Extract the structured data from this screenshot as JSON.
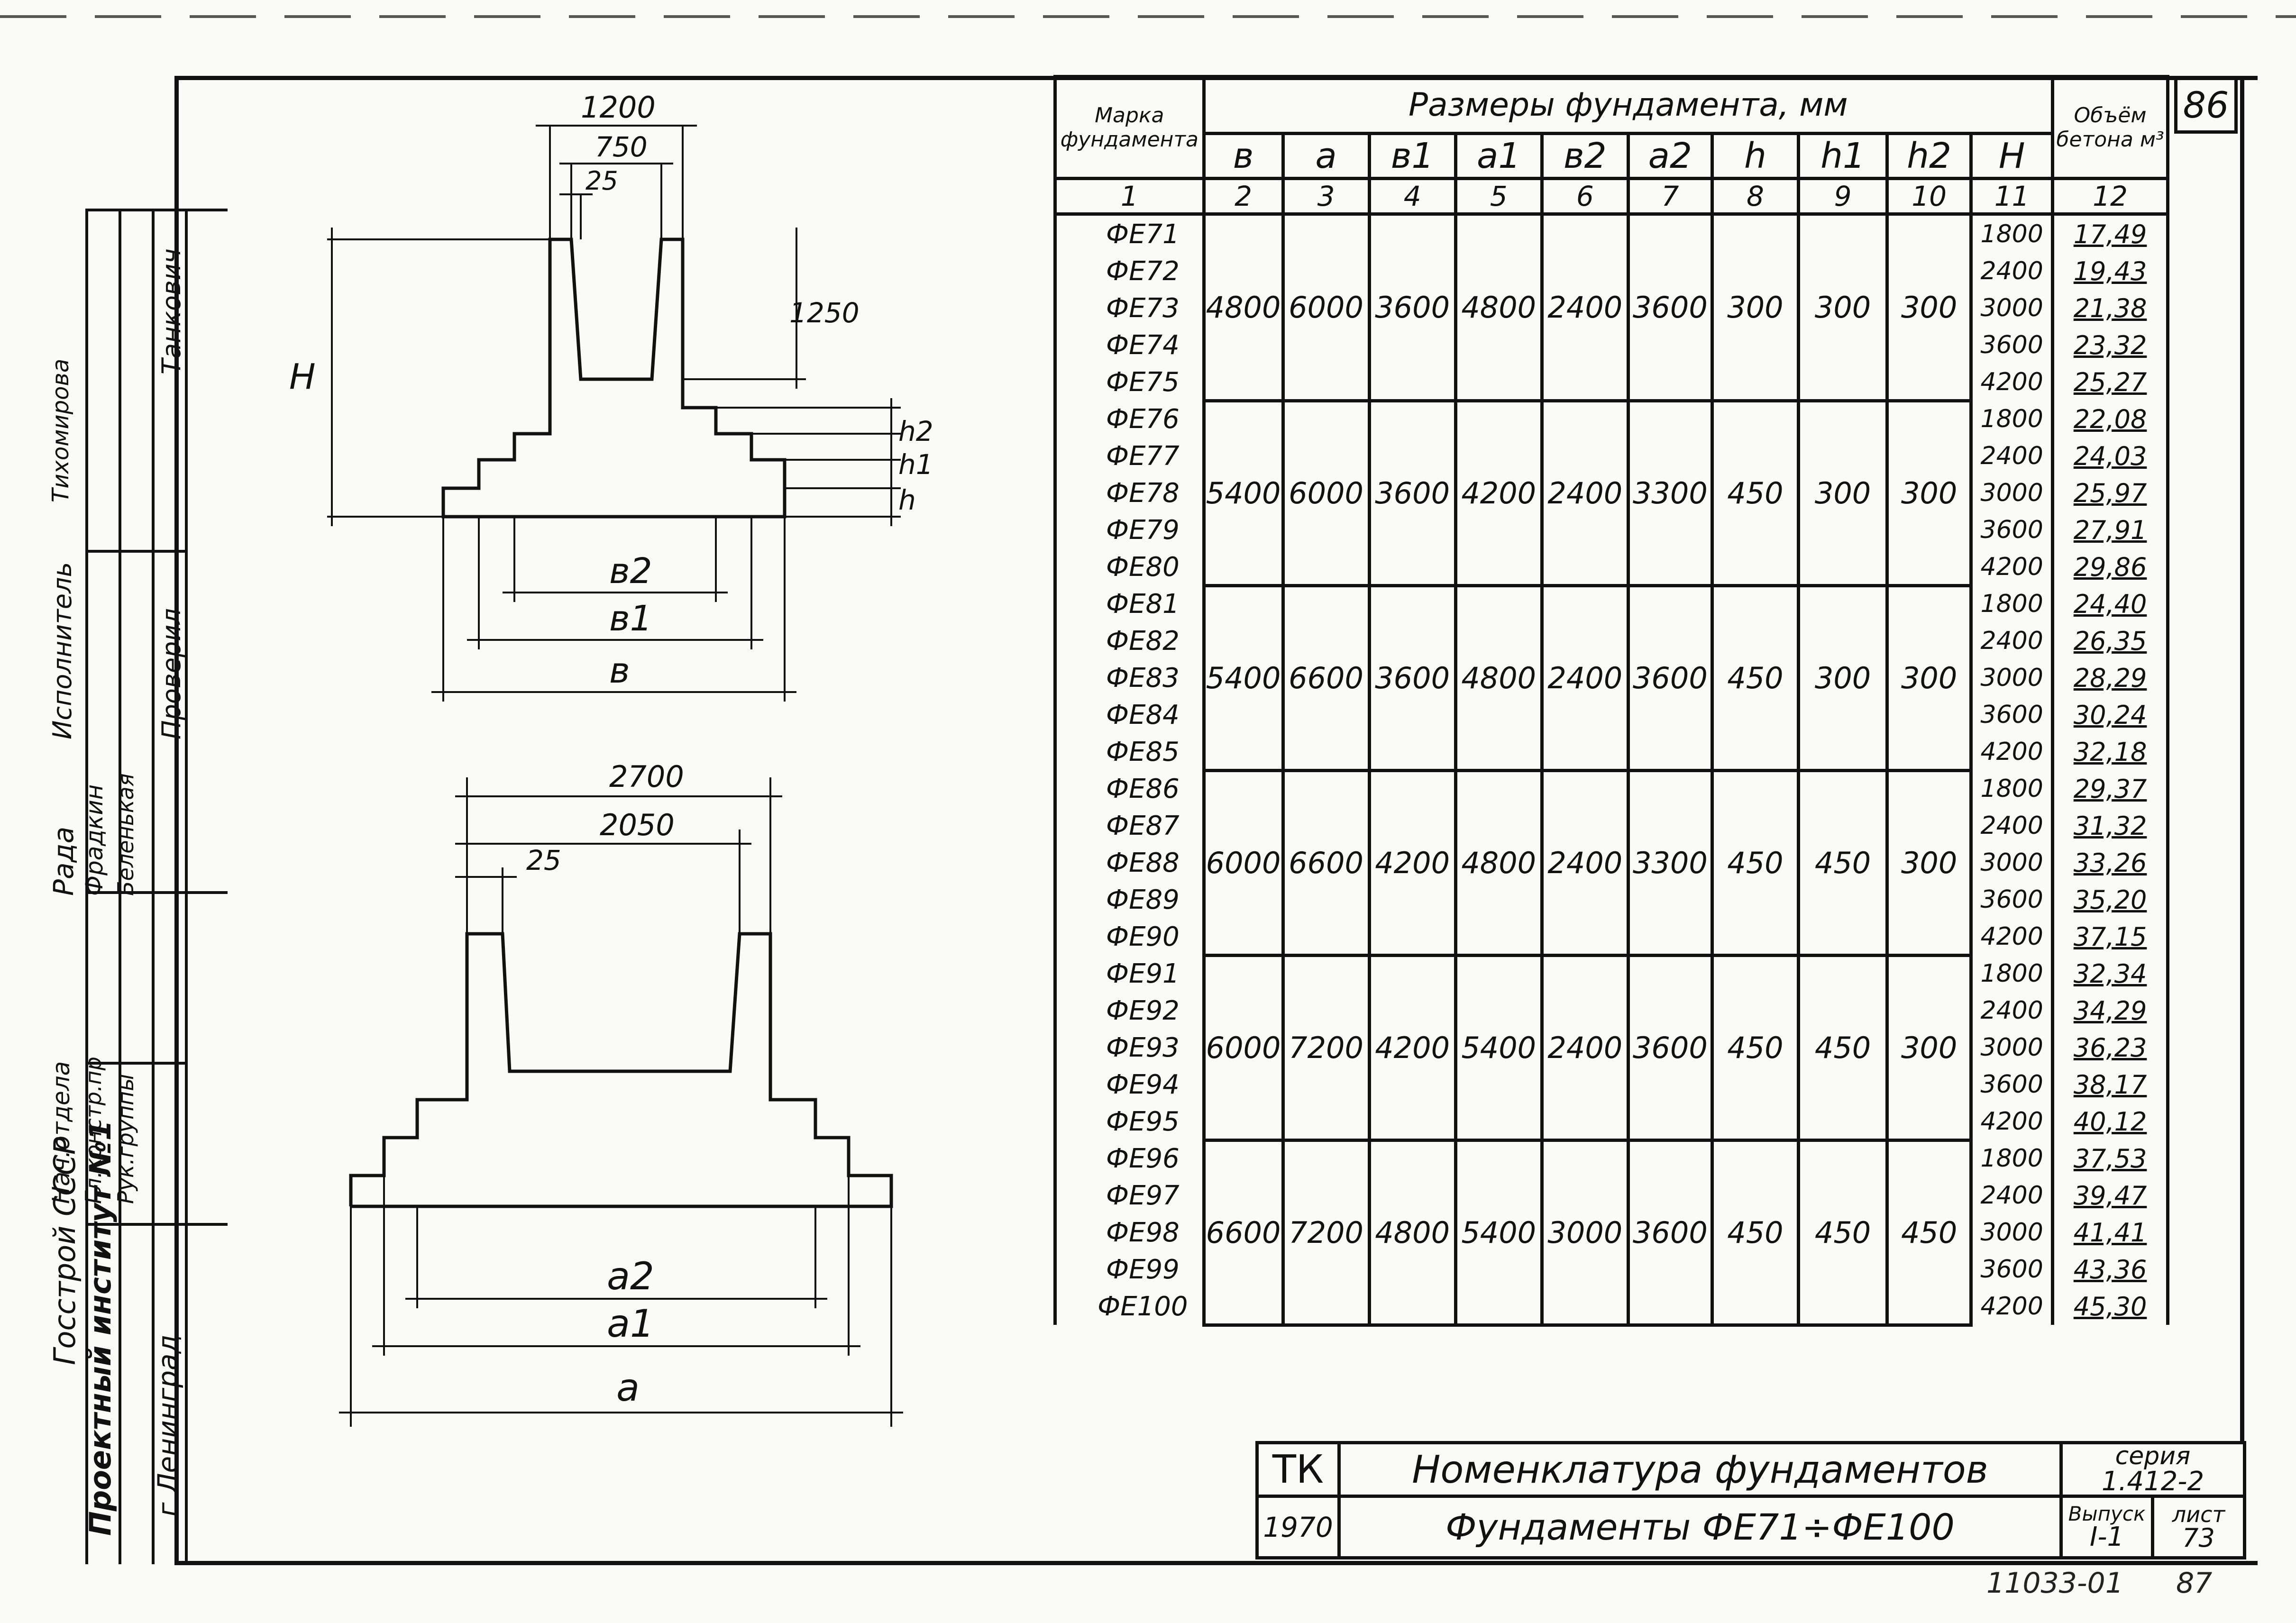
{
  "sheet": {
    "sheet_number_top": "86",
    "footer_left": "11033-01",
    "footer_right": "87"
  },
  "side_stamp": {
    "org_line1": "Госстрой СССР",
    "org_line2": "Проектный институт №1",
    "org_line3": "г Ленинград",
    "role_head_dept": "Нач.отдела",
    "role_chief_designer": "Гл.констр.пр",
    "role_group_head": "Рук.группы",
    "name1": "Рада",
    "name2": "Фрадкин",
    "name3": "Беленькая",
    "role_executor": "Исполнитель",
    "executor_name": "Тихомирова",
    "role_checked": "Проверил",
    "checker_name": "Танкович"
  },
  "drawing_top": {
    "dim_1200": "1200",
    "dim_750": "750",
    "dim_25": "25",
    "dim_1250": "1250",
    "label_H": "H",
    "label_h2": "h2",
    "label_h1": "h1",
    "label_h": "h",
    "label_b2": "в2",
    "label_b1": "в1",
    "label_b": "в"
  },
  "drawing_bottom": {
    "dim_2700": "2700",
    "dim_2050": "2050",
    "dim_25": "25",
    "label_a2": "a2",
    "label_a1": "a1",
    "label_a": "a"
  },
  "table": {
    "col_mark_title": "Марка фундамента",
    "col_dims_title": "Размеры фундамента, мм",
    "col_volume_title": "Объём бетона м³",
    "sym": [
      "в",
      "a",
      "в1",
      "a1",
      "в2",
      "a2",
      "h",
      "h1",
      "h2",
      "H"
    ],
    "col_numbers": [
      "1",
      "2",
      "3",
      "4",
      "5",
      "6",
      "7",
      "8",
      "9",
      "10",
      "11",
      "12"
    ],
    "groups": [
      {
        "b": "4800",
        "a": "6000",
        "b1": "3600",
        "a1": "4800",
        "b2": "2400",
        "a2": "3600",
        "h": "300",
        "h1": "300",
        "h2": "300",
        "rows": [
          [
            "ФЕ71",
            "1800",
            "17,49"
          ],
          [
            "ФЕ72",
            "2400",
            "19,43"
          ],
          [
            "ФЕ73",
            "3000",
            "21,38"
          ],
          [
            "ФЕ74",
            "3600",
            "23,32"
          ],
          [
            "ФЕ75",
            "4200",
            "25,27"
          ]
        ]
      },
      {
        "b": "5400",
        "a": "6000",
        "b1": "3600",
        "a1": "4200",
        "b2": "2400",
        "a2": "3300",
        "h": "450",
        "h1": "300",
        "h2": "300",
        "rows": [
          [
            "ФЕ76",
            "1800",
            "22,08"
          ],
          [
            "ФЕ77",
            "2400",
            "24,03"
          ],
          [
            "ФЕ78",
            "3000",
            "25,97"
          ],
          [
            "ФЕ79",
            "3600",
            "27,91"
          ],
          [
            "ФЕ80",
            "4200",
            "29,86"
          ]
        ]
      },
      {
        "b": "5400",
        "a": "6600",
        "b1": "3600",
        "a1": "4800",
        "b2": "2400",
        "a2": "3600",
        "h": "450",
        "h1": "300",
        "h2": "300",
        "rows": [
          [
            "ФЕ81",
            "1800",
            "24,40"
          ],
          [
            "ФЕ82",
            "2400",
            "26,35"
          ],
          [
            "ФЕ83",
            "3000",
            "28,29"
          ],
          [
            "ФЕ84",
            "3600",
            "30,24"
          ],
          [
            "ФЕ85",
            "4200",
            "32,18"
          ]
        ]
      },
      {
        "b": "6000",
        "a": "6600",
        "b1": "4200",
        "a1": "4800",
        "b2": "2400",
        "a2": "3300",
        "h": "450",
        "h1": "450",
        "h2": "300",
        "rows": [
          [
            "ФЕ86",
            "1800",
            "29,37"
          ],
          [
            "ФЕ87",
            "2400",
            "31,32"
          ],
          [
            "ФЕ88",
            "3000",
            "33,26"
          ],
          [
            "ФЕ89",
            "3600",
            "35,20"
          ],
          [
            "ФЕ90",
            "4200",
            "37,15"
          ]
        ]
      },
      {
        "b": "6000",
        "a": "7200",
        "b1": "4200",
        "a1": "5400",
        "b2": "2400",
        "a2": "3600",
        "h": "450",
        "h1": "450",
        "h2": "300",
        "rows": [
          [
            "ФЕ91",
            "1800",
            "32,34"
          ],
          [
            "ФЕ92",
            "2400",
            "34,29"
          ],
          [
            "ФЕ93",
            "3000",
            "36,23"
          ],
          [
            "ФЕ94",
            "3600",
            "38,17"
          ],
          [
            "ФЕ95",
            "4200",
            "40,12"
          ]
        ]
      },
      {
        "b": "6600",
        "a": "7200",
        "b1": "4800",
        "a1": "5400",
        "b2": "3000",
        "a2": "3600",
        "h": "450",
        "h1": "450",
        "h2": "450",
        "rows": [
          [
            "ФЕ96",
            "1800",
            "37,53"
          ],
          [
            "ФЕ97",
            "2400",
            "39,47"
          ],
          [
            "ФЕ98",
            "3000",
            "41,41"
          ],
          [
            "ФЕ99",
            "3600",
            "43,36"
          ],
          [
            "ФЕ100",
            "4200",
            "45,30"
          ]
        ]
      }
    ]
  },
  "title_block": {
    "code": "ТК",
    "year": "1970",
    "title": "Номенклатура фундаментов",
    "subtitle": "Фундаменты ФЕ71÷ФЕ100",
    "series_label": "серия",
    "series_value": "1.412-2",
    "issue_label": "Выпуск",
    "issue_value": "I-1",
    "sheet_label": "лист",
    "sheet_value": "73"
  }
}
